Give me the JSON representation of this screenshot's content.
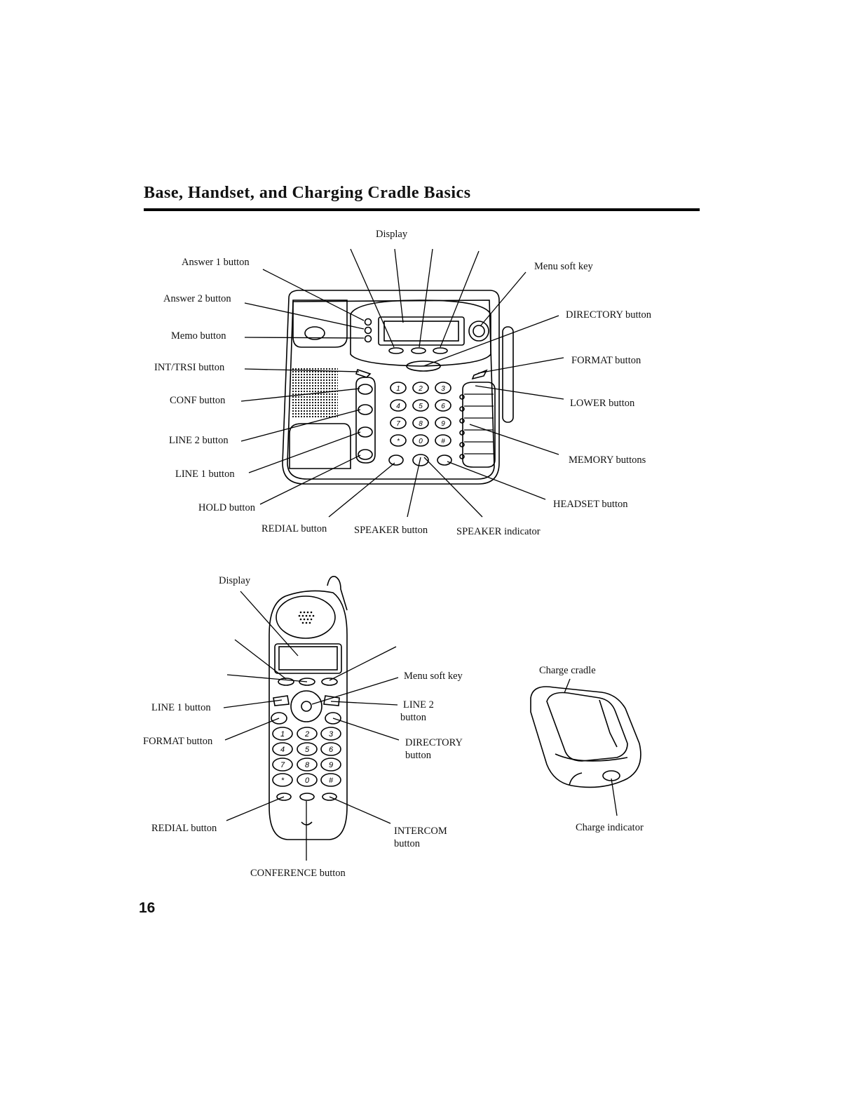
{
  "title": "Base, Handset, and Charging Cradle Basics",
  "page_number": "16",
  "base": {
    "display": "Display",
    "answer1": "Answer 1 button",
    "answer2": "Answer 2 button",
    "memo": "Memo button",
    "int_trsi": "INT/TRSI button",
    "conf": "CONF button",
    "line2": "LINE 2 button",
    "line1": "LINE 1 button",
    "hold": "HOLD button",
    "redial": "REDIAL button",
    "speaker_button": "SPEAKER button",
    "speaker_indicator": "SPEAKER indicator",
    "menu_soft_key": "Menu soft key",
    "directory": "DIRECTORY button",
    "format": "FORMAT button",
    "lower": "LOWER button",
    "memory": "MEMORY buttons",
    "headset": "HEADSET button"
  },
  "handset": {
    "display": "Display",
    "line1": "LINE 1 button",
    "format": "FORMAT button",
    "redial": "REDIAL button",
    "conference": "CONFERENCE button",
    "menu_soft_key": "Menu soft key",
    "line2_a": "LINE 2",
    "line2_b": "button",
    "directory_a": "DIRECTORY",
    "directory_b": "button",
    "intercom_a": "INTERCOM",
    "intercom_b": "button"
  },
  "cradle": {
    "charge_cradle": "Charge cradle",
    "charge_indicator": "Charge indicator"
  },
  "keypad": [
    "1",
    "2",
    "3",
    "4",
    "5",
    "6",
    "7",
    "8",
    "9",
    "*",
    "0",
    "#"
  ]
}
